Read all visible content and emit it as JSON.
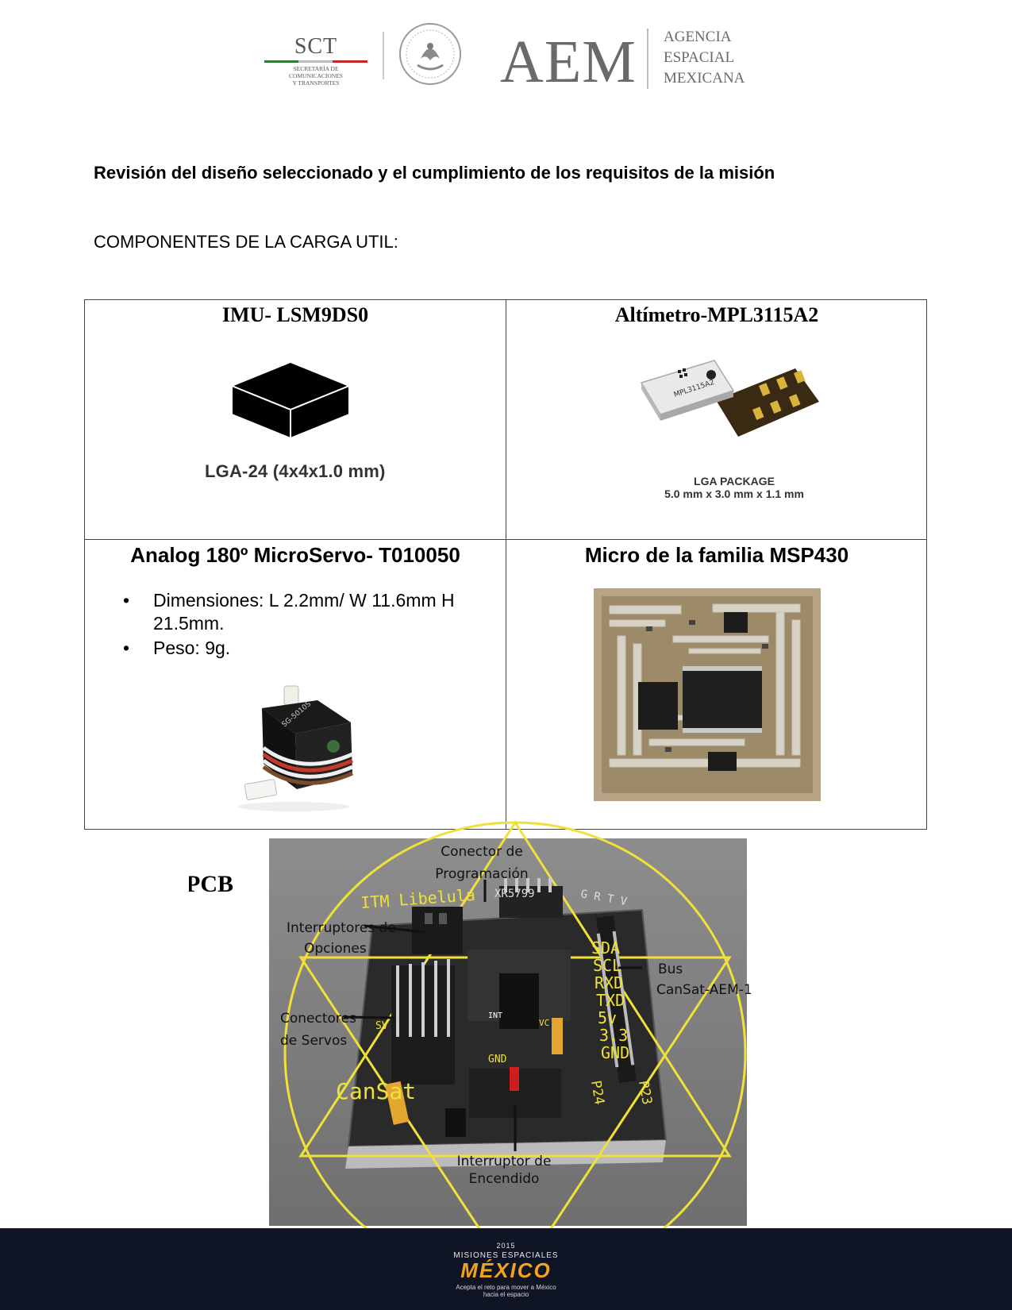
{
  "header": {
    "sct": {
      "abbr": "SCT",
      "line1": "Secretaría de",
      "line2": "Comunicaciones",
      "line3": "y Transportes"
    },
    "aem": {
      "abbr": "AEM",
      "line1": "AGENCIA",
      "line2": "ESPACIAL",
      "line3": "MEXICANA"
    }
  },
  "title": "Revisión del diseño seleccionado y el cumplimiento de los requisitos de la misión",
  "section": "COMPONENTES DE LA CARGA UTIL:",
  "components": {
    "imu": {
      "title": "IMU- LSM9DS0",
      "caption": "LGA-24 (4x4x1.0 mm)"
    },
    "altimeter": {
      "title": "Altímetro-MPL3115A2",
      "chip_text": "MPL3115A2",
      "caption1": "LGA PACKAGE",
      "caption2": "5.0 mm x 3.0 mm x 1.1 mm"
    },
    "servo": {
      "title": "Analog  180º MicroServo- T010050",
      "bullets": [
        "Dimensiones: L 2.2mm/ W 11.6mm H 21.5mm.",
        "Peso: 9g."
      ],
      "label": "SG-5010S"
    },
    "micro": {
      "title": "Micro de la familia MSP430"
    }
  },
  "pcb": {
    "label": "PCB",
    "callouts": {
      "programming": [
        "Conector de",
        "Programación"
      ],
      "option_switches": [
        "Interruptores de",
        "Opciones"
      ],
      "servo_connectors": [
        "Conectores",
        "de Servos"
      ],
      "bus": [
        "Bus",
        "CanSat-AEM-1"
      ],
      "power_switch": [
        "Interruptor de",
        "Encendido"
      ]
    },
    "board_text": {
      "top": "ITM Libelula",
      "part": "XR5799",
      "pins_top": "G R T V",
      "bus_pins": [
        "SDA",
        "SCL",
        "RXD",
        "TXD",
        "5v",
        "3.3",
        "GND"
      ],
      "cansat": "CanSat",
      "sv": "SV",
      "gnd": "GND",
      "p24": "P24",
      "p23": "P23",
      "int": "INT",
      "vc": "VC"
    }
  },
  "footer": {
    "year": "2015",
    "missions": "MISIONES ESPACIALES",
    "mexico": "MÉXICO",
    "tagline1": "Acepta el reto para mover a México",
    "tagline2": "hacia el espacio"
  },
  "colors": {
    "pcb_yellow": "#f0e13a",
    "footer_bg": "#0f1525",
    "footer_accent": "#f2a51a"
  }
}
